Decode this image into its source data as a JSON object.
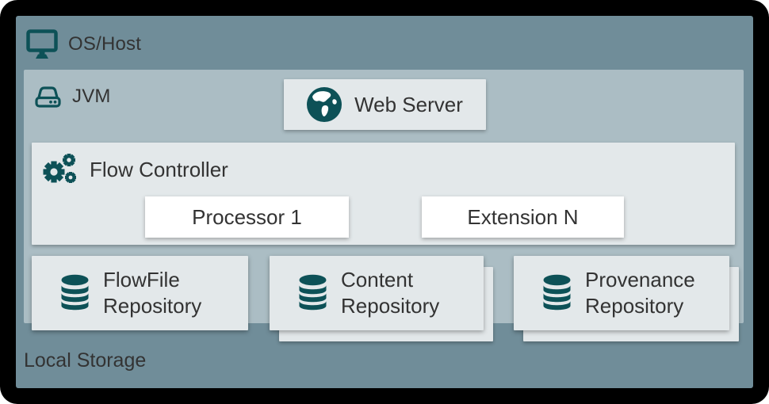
{
  "diagram": {
    "os_host": {
      "label": "OS/Host"
    },
    "jvm": {
      "label": "JVM"
    },
    "web_server": {
      "label": "Web Server"
    },
    "flow_controller": {
      "label": "Flow Controller",
      "children": [
        {
          "label": "Processor 1"
        },
        {
          "label": "Extension N"
        }
      ]
    },
    "repositories": [
      {
        "lines": [
          "FlowFile",
          "Repository"
        ],
        "stacked": false
      },
      {
        "lines": [
          "Content",
          "Repository"
        ],
        "stacked": true
      },
      {
        "lines": [
          "Provenance",
          "Repository"
        ],
        "stacked": true
      }
    ],
    "local_storage": {
      "label": "Local Storage"
    }
  },
  "colors": {
    "frame": "#000000",
    "os_host_bg": "#708D99",
    "jvm_bg": "#ABBDC4",
    "panel_bg": "#E3E8EA",
    "white_box_bg": "#FFFFFF",
    "icon_teal": "#0D5157",
    "text": "#333333"
  }
}
